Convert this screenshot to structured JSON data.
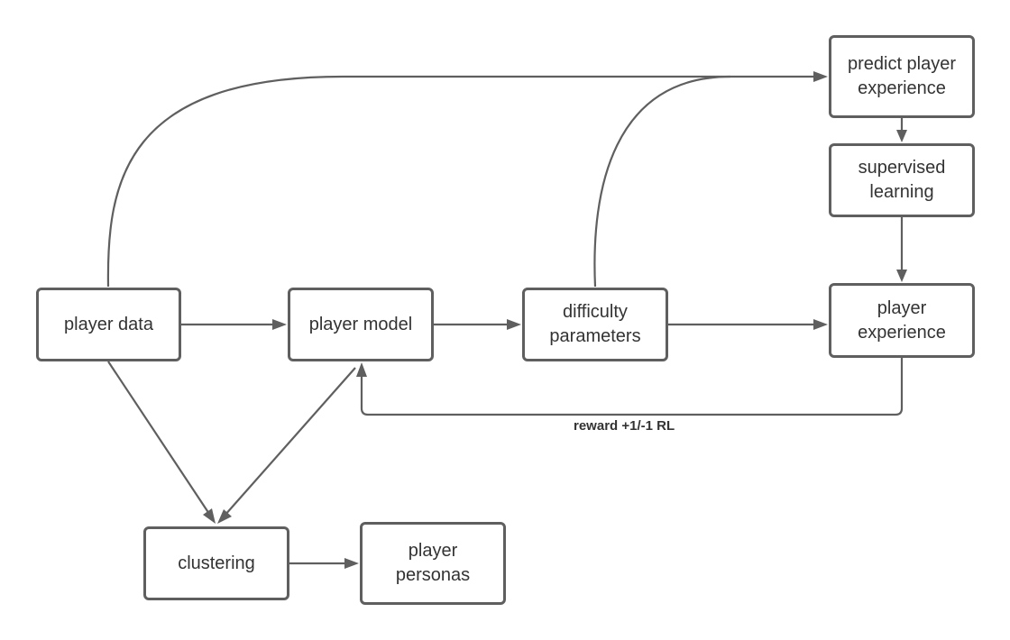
{
  "nodes": {
    "player_data": "player data",
    "player_model": "player model",
    "difficulty_parameters": "difficulty\nparameters",
    "predict_player_experience": "predict player\nexperience",
    "supervised_learning": "supervised\nlearning",
    "player_experience": "player\nexperience",
    "clustering": "clustering",
    "player_personas": "player\npersonas"
  },
  "edges": [
    {
      "from": "player data",
      "to": "player model"
    },
    {
      "from": "player model",
      "to": "difficulty parameters"
    },
    {
      "from": "difficulty parameters",
      "to": "player experience"
    },
    {
      "from": "player data",
      "to": "predict player experience"
    },
    {
      "from": "difficulty parameters",
      "to": "predict player experience"
    },
    {
      "from": "predict player experience",
      "to": "supervised learning"
    },
    {
      "from": "supervised learning",
      "to": "player experience"
    },
    {
      "from": "player experience",
      "to": "player model",
      "label": "reward +1/-1 RL"
    },
    {
      "from": "player data",
      "to": "clustering"
    },
    {
      "from": "player model",
      "to": "clustering"
    },
    {
      "from": "clustering",
      "to": "player personas"
    }
  ],
  "edge_labels": {
    "reward": "reward +1/-1 RL"
  }
}
